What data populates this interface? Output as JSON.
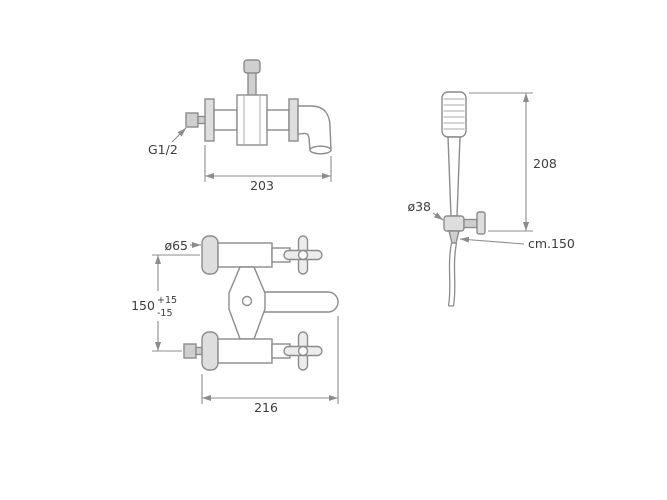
{
  "figures": {
    "mixer_side_view": {
      "labels": {
        "thread": "G1/2",
        "width": "203"
      }
    },
    "mixer_front_view": {
      "labels": {
        "flange_diameter": "ø65",
        "center_distance": "150",
        "tolerance_plus": "+15",
        "tolerance_minus": "-15",
        "width": "216"
      }
    },
    "hand_shower": {
      "labels": {
        "height": "208",
        "holder_diameter": "ø38",
        "hose_length": "cm.150"
      }
    }
  },
  "colors": {
    "background": "#ffffff",
    "line": "#8c8c8c",
    "text": "#3d3d3d"
  }
}
